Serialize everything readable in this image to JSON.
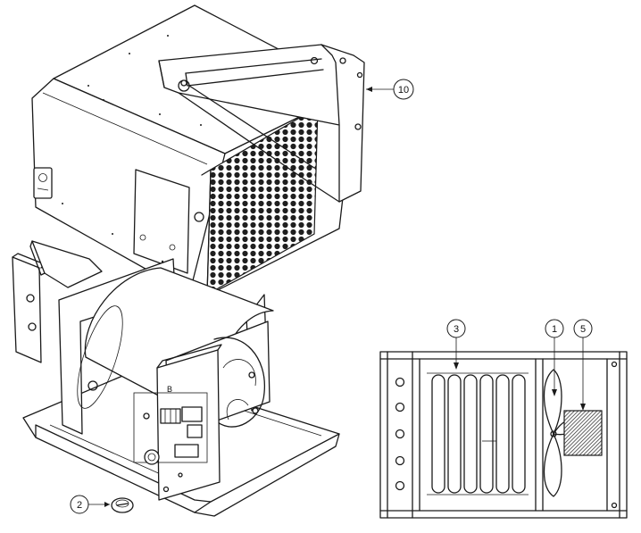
{
  "callouts": {
    "c10": "10",
    "c2": "2",
    "c3": "3",
    "c1": "1",
    "c5": "5"
  },
  "labels": {
    "detail_b": "B"
  }
}
